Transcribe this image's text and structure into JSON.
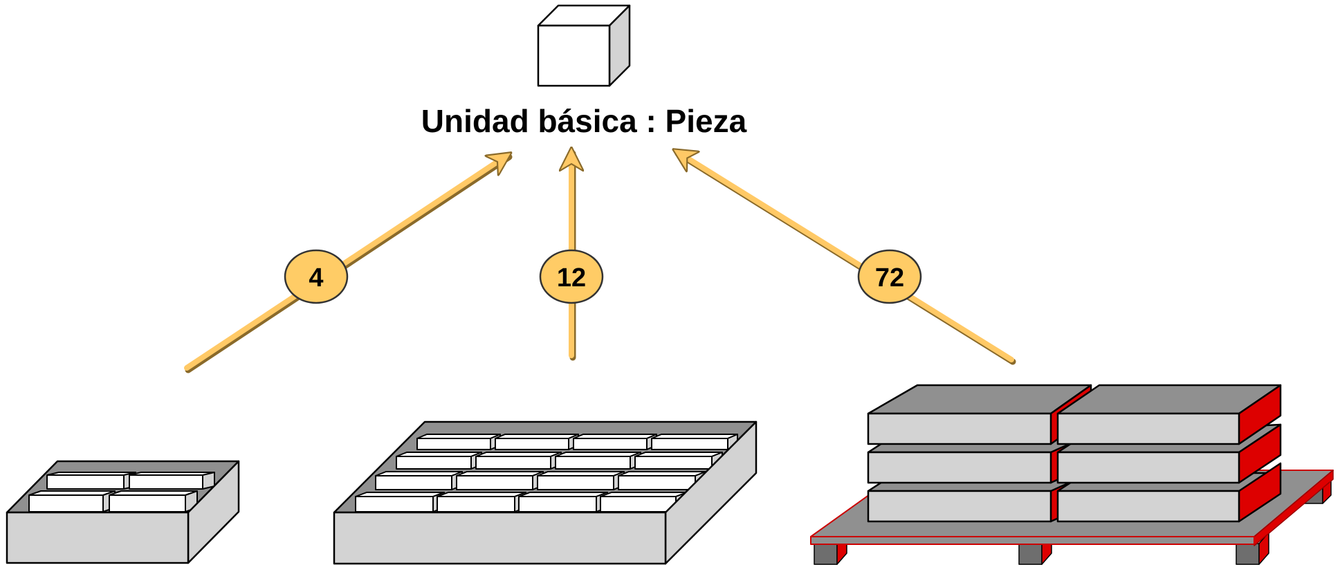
{
  "title": "Unidad básica : Pieza",
  "badges": [
    {
      "id": "box",
      "label": "4"
    },
    {
      "id": "tray",
      "label": "12"
    },
    {
      "id": "pallet",
      "label": "72"
    }
  ],
  "colors": {
    "arrow": "#FFC966",
    "arrow_shadow": "#8A6A2A",
    "badge_fill": "#FFCC66",
    "face_light": "#D3D3D3",
    "face_white": "#FFFFFF",
    "face_dark": "#909090",
    "pallet_red": "#DD0000",
    "pallet_leg": "#6E6E6E"
  },
  "icons": {
    "unit": "cube-icon",
    "box": "box-of-4-icon",
    "tray": "tray-of-12-icon",
    "pallet": "pallet-icon"
  }
}
